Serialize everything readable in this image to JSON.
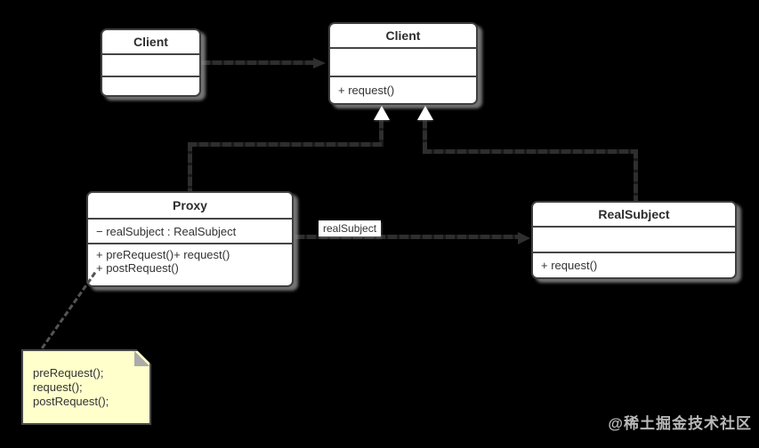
{
  "diagram_type": "uml-class-diagram-proxy-pattern",
  "classes": {
    "client_left": {
      "title": "Client",
      "attributes": [],
      "methods": []
    },
    "subject": {
      "title": "Client",
      "attributes": [],
      "methods": [
        "+ request()"
      ]
    },
    "proxy": {
      "title": "Proxy",
      "attributes": [
        "− realSubject : RealSubject"
      ],
      "methods": [
        "+ preRequest()+ request()",
        "+ postRequest()"
      ]
    },
    "real_subject": {
      "title": "RealSubject",
      "attributes": [],
      "methods": [
        "+ request()"
      ]
    }
  },
  "edges": {
    "proxy_to_realsubject_label": "realSubject"
  },
  "note": {
    "lines": [
      "preRequest();",
      "request();",
      "postRequest();"
    ]
  },
  "watermark": "@稀土掘金技术社区",
  "colors": {
    "background": "#000000",
    "box_fill": "#ffffff",
    "box_border": "#3f3f3f",
    "line": "#2d2d2d",
    "note_fill": "#ffffcc",
    "text": "#333333",
    "shadow": "#919191",
    "watermark": "#b9b9b9"
  }
}
